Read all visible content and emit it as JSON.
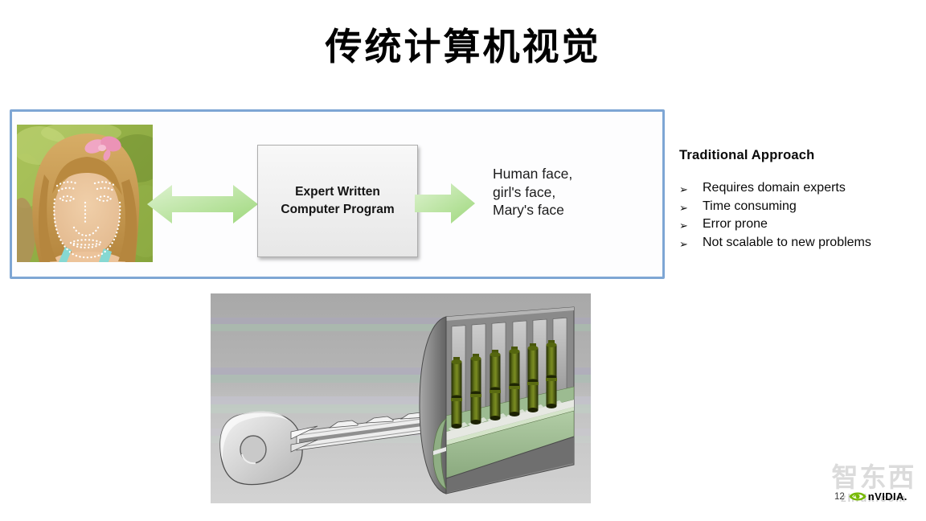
{
  "slide": {
    "title": "传统计算机视觉"
  },
  "diagram": {
    "program_box": {
      "line1": "Expert Written",
      "line2": "Computer Program"
    },
    "output": {
      "line1": "Human face,",
      "line2": "girl's face,",
      "line3": "Mary's face"
    }
  },
  "panel": {
    "heading": "Traditional Approach",
    "bullet_char": "➢",
    "items": [
      "Requires domain experts",
      "Time consuming",
      "Error prone",
      "Not scalable to new problems"
    ]
  },
  "footer": {
    "page_number": "12",
    "brand_text": "nVIDIA."
  },
  "watermark": {
    "line1": "智东西",
    "line2": "zhidx.com"
  },
  "icons": {
    "bullet": "arrow-bullet",
    "brand": "nvidia-eye"
  },
  "colors": {
    "frame_border": "#7ea6d4",
    "arrow_green": "#a2da82",
    "nvidia_green": "#76b900",
    "lock_plug_green": "#9cbb91",
    "pin_olive": "#66781a"
  }
}
